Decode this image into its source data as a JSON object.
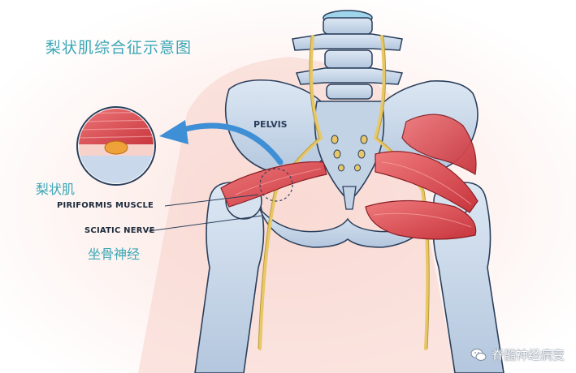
{
  "title": "梨状肌综合征示意图",
  "labels": {
    "piriformis_cn": "梨状肌",
    "piriformis_en": "PIRIFORMIS MUSCLE",
    "sciatic_en": "SCIATIC NERVE",
    "sciatic_cn": "坐骨神经",
    "pelvis": "PELVIS"
  },
  "watermark": {
    "text": "脊髓神经病变",
    "icon": "wechat-icon"
  },
  "colors": {
    "accent": "#3aa6b5",
    "muscle": "#d9484e",
    "bone": "#c9d8ea",
    "nerve": "#e8c766",
    "arrow": "#3f8fd6"
  }
}
